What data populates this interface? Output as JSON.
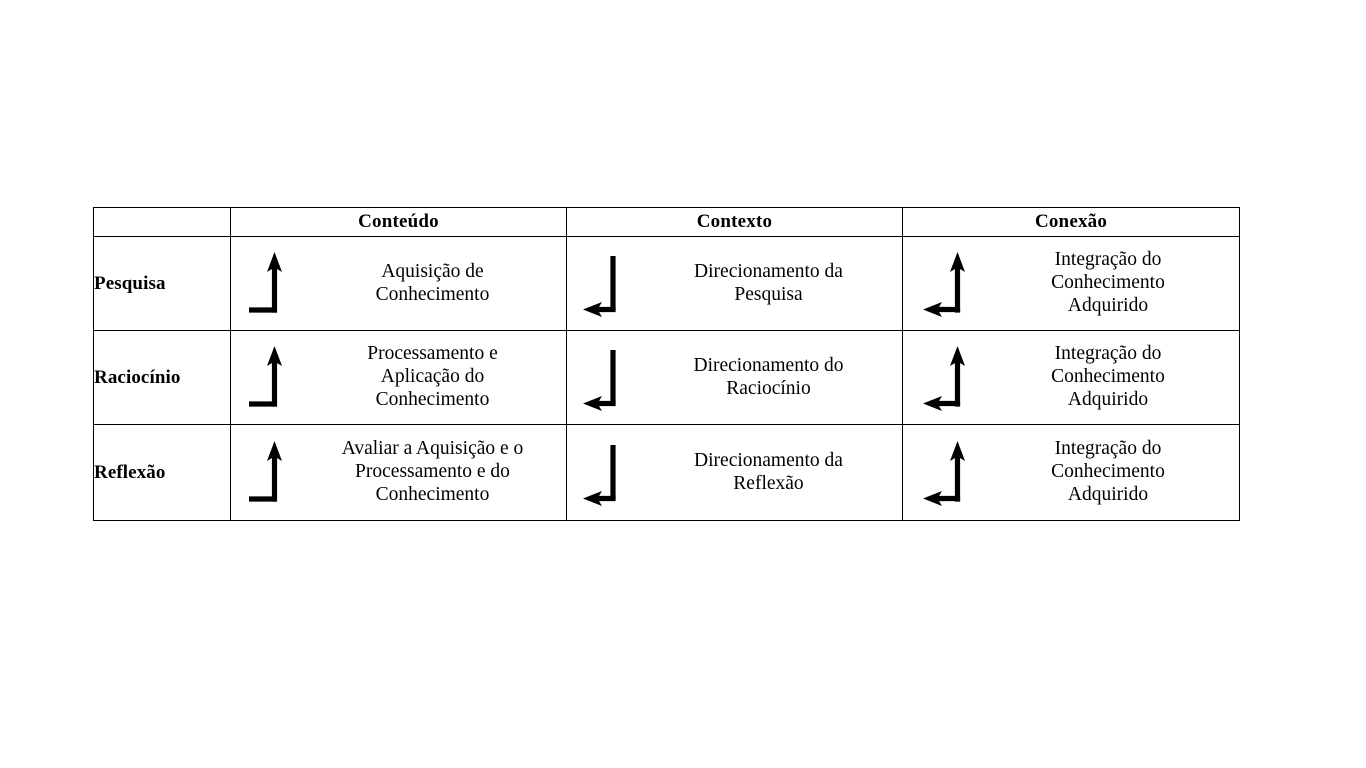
{
  "page": {
    "background_color": "#ffffff",
    "text_color": "#000000",
    "border_color": "#000000"
  },
  "table": {
    "corner_label": "",
    "columns": [
      {
        "key": "label",
        "header": ""
      },
      {
        "key": "content",
        "header": "Conteúdo"
      },
      {
        "key": "context",
        "header": "Contexto"
      },
      {
        "key": "connect",
        "header": "Conexão"
      }
    ],
    "rows": [
      {
        "label": "Pesquisa",
        "content": {
          "arrow": "bent-arrow-up",
          "text": "Aquisição de\nConhecimento"
        },
        "context": {
          "arrow": "bent-arrow-left",
          "text": "Direcionamento da\nPesquisa"
        },
        "connect": {
          "arrow": "bent-arrow-double",
          "text": "Integração do\nConhecimento\nAdquirido"
        }
      },
      {
        "label": "Raciocínio",
        "content": {
          "arrow": "bent-arrow-up",
          "text": "Processamento e\nAplicação do\nConhecimento"
        },
        "context": {
          "arrow": "bent-arrow-left",
          "text": "Direcionamento do\nRaciocínio"
        },
        "connect": {
          "arrow": "bent-arrow-double",
          "text": "Integração do\nConhecimento\nAdquirido"
        }
      },
      {
        "label": "Reflexão",
        "content": {
          "arrow": "bent-arrow-up",
          "text": "Avaliar a Aquisição e o\nProcessamento e do\nConhecimento"
        },
        "context": {
          "arrow": "bent-arrow-left",
          "text": "Direcionamento da\nReflexão"
        },
        "connect": {
          "arrow": "bent-arrow-double",
          "text": "Integração do\nConhecimento\nAdquirido"
        }
      }
    ]
  }
}
